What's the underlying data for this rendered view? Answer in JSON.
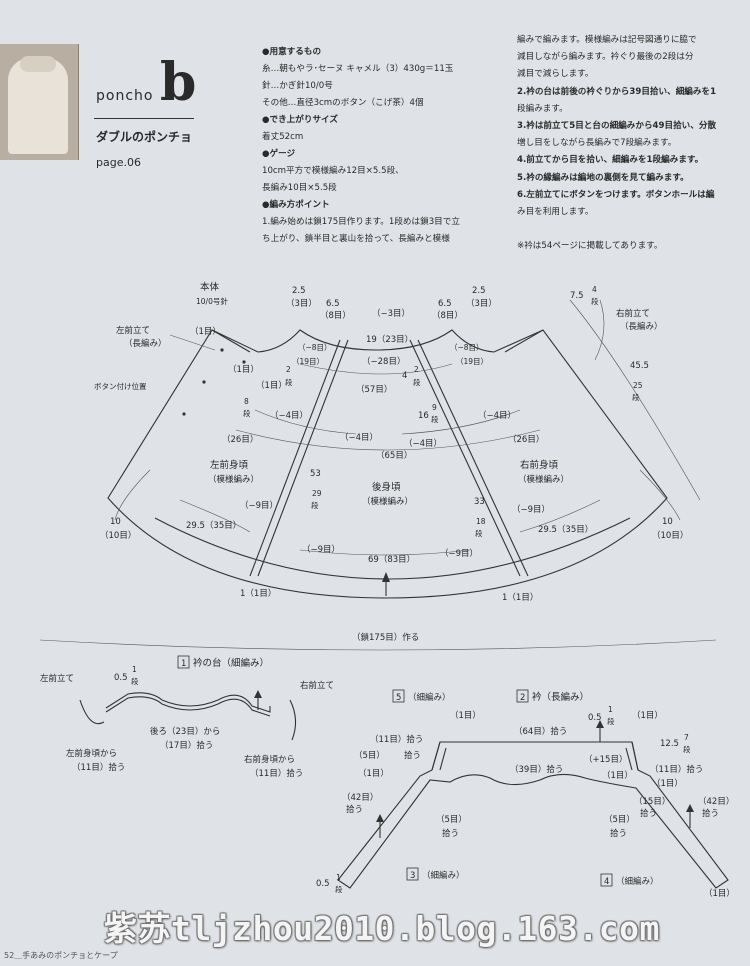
{
  "header": {
    "category": "poncho",
    "letter": "b",
    "title": "ダブルのポンチョ",
    "page": "page.06"
  },
  "instructions": {
    "left_column": [
      {
        "text": "●用意するもの",
        "bold": true
      },
      {
        "text": "糸…朝もやラ･セーヌ キャメル（3）430g＝11玉",
        "bold": false
      },
      {
        "text": "針…かぎ針10/0号",
        "bold": false
      },
      {
        "text": "その他…直径3cmのボタン（こげ茶）4個",
        "bold": false
      },
      {
        "text": "●でき上がりサイズ",
        "bold": true
      },
      {
        "text": "着丈52cm",
        "bold": false
      },
      {
        "text": "●ゲージ",
        "bold": true
      },
      {
        "text": "10cm平方で模様編み12目×5.5段、",
        "bold": false
      },
      {
        "text": "長編み10目×5.5段",
        "bold": false
      },
      {
        "text": "●編み方ポイント",
        "bold": true
      },
      {
        "text": "1.編み始めは鎖175目作ります。1段めは鎖3目で立",
        "bold": false
      },
      {
        "text": "ち上がり、鎖半目と裏山を拾って、長編みと模様",
        "bold": false
      }
    ],
    "right_column": [
      "編みで編みます。模様編みは記号図通りに脇で",
      "減目しながら編みます。衿ぐり最後の2段は分",
      "減目で減らします。",
      "2.衿の台は前後の衿ぐりから39目拾い、細編みを1",
      "段編みます。",
      "3.衿は前立て5目と台の細編みから49目拾い、分散",
      "増し目をしながら長編みで7段編みます。",
      "4.前立てから目を拾い、細編みを1段編みます。",
      "5.衿の縁編みは編地の裏側を見て編みます。",
      "6.左前立てにボタンをつけます。ボタンホールは編",
      "み目を利用します。",
      "",
      "※衿は54ページに掲載してあります。"
    ]
  },
  "diagram_main": {
    "body_title": "本体",
    "body_hook": "10/0号針",
    "left_band": "左前立て",
    "left_band_stitch": "（長編み）",
    "right_band": "右前立て",
    "right_band_stitch": "（長編み）",
    "button_pos": "ボタン付け位置",
    "left_front": "左前身頃",
    "left_front_stitch": "（模様編み）",
    "right_front": "右前身頃",
    "right_front_stitch": "（模様編み）",
    "back": "後身頃",
    "back_stitch": "（模様編み）",
    "start_chain": "（鎖175目）作る",
    "labels": {
      "l1": "2.5",
      "l2": "（3目）",
      "l3": "6.5",
      "l4": "（8目）",
      "l5": "2.5",
      "l6": "（3目）",
      "l7": "6.5",
      "l8": "（8目）",
      "l9": "（−3目）",
      "l10": "19（23目）",
      "l11": "（−8目）",
      "l12": "（−8目）",
      "l13": "（19目）",
      "l14": "（19目）",
      "l15": "（−28目）",
      "l16": "（57目）",
      "l17": "4",
      "l18": "2",
      "l19": "段",
      "l20": "2",
      "l21": "段",
      "l22": "（1目）",
      "l23": "（1目）",
      "l24": "8",
      "l25": "段",
      "l26": "16",
      "l27": "9",
      "l28": "段",
      "l29": "（−4目）",
      "l30": "（−4目）",
      "l31": "（−4目）",
      "l32": "（−4目）",
      "l33": "（26目）",
      "l34": "（26目）",
      "l35": "（65目）",
      "l36": "53",
      "l37": "29",
      "l38": "段",
      "l39": "33",
      "l40": "18",
      "l41": "段",
      "l42": "（−9目）",
      "l43": "（−9目）",
      "l44": "（−9目）",
      "l45": "（−9目）",
      "l46": "10",
      "l47": "（10目）",
      "l48": "10",
      "l49": "（10目）",
      "l50": "29.5（35目）",
      "l51": "29.5（35目）",
      "l52": "69（83目）",
      "l53": "1（1目）",
      "l54": "1（1目）",
      "l55": "7.5",
      "l56": "4",
      "l57": "段",
      "l58": "45.5",
      "l59": "25",
      "l60": "段",
      "l61": "（1目）"
    }
  },
  "diagram_collar_base": {
    "num": "1",
    "title": "衿の台（細編み）",
    "left_band": "左前立て",
    "right_band": "右前立て",
    "height": "0.5",
    "rows": "1",
    "row_unit": "段",
    "back_pick": "後ろ（23目）から",
    "back_pick2": "（17目）拾う",
    "left_pick": "左前身頃から",
    "left_pick2": "（11目）拾う",
    "right_pick": "右前身頃から",
    "right_pick2": "（11目）拾う"
  },
  "diagram_collar": {
    "n5": "5",
    "t5": "（細編み）",
    "n2": "2",
    "t2": "衿（長編み）",
    "n3": "3",
    "t3": "（細編み）",
    "n4": "4",
    "t4": "（細編み）",
    "labels": {
      "c1": "（1目）",
      "c2": "（1目）",
      "c3": "（11目）拾う",
      "c4": "（64目）拾う",
      "c5": "0.5",
      "c6": "1",
      "c7": "段",
      "c8": "12.5",
      "c9": "7",
      "c10": "段",
      "c11": "（5目）",
      "c12": "拾う",
      "c13": "（+15目）",
      "c14": "（39目）拾う",
      "c15": "（1目）",
      "c16": "（11目）拾う",
      "c17": "（1目）",
      "c18": "（1目）",
      "c19": "（42目）",
      "c20": "拾う",
      "c21": "（15目）",
      "c22": "拾う",
      "c23": "（5目）",
      "c24": "拾う",
      "c25": "（5目）",
      "c26": "拾う",
      "c27": "（42目）",
      "c28": "拾う",
      "c29": "0.5",
      "c30": "1",
      "c31": "段",
      "c32": "（1目）"
    }
  },
  "watermark": "紫苏tljzhou2010.blog.163.com",
  "footer": "52＿手あみのポンチョとケープ"
}
